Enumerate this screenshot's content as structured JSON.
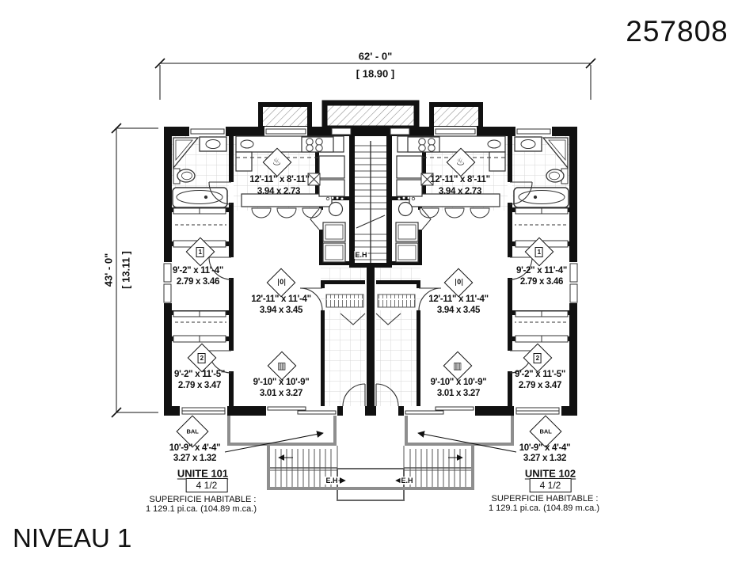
{
  "header": {
    "plan_number": "257808"
  },
  "footer": {
    "level_title": "NIVEAU 1"
  },
  "dimensions": {
    "width_imperial": "62' - 0\"",
    "width_metric": "[ 18.90 ]",
    "height_imperial": "43' - 0\"",
    "height_metric": "[ 13.11 ]"
  },
  "icons": {
    "kitchen": "♨",
    "bed1": "1",
    "bed2": "2",
    "living": "|O|",
    "dining": "▥",
    "balcony": "BAL"
  },
  "stair_label": "E.H",
  "unit_101": {
    "name": "UNITE 101",
    "badge": "4 1/2",
    "area_label": "SUPERFICIE HABITABLE :",
    "area_value": "1 129.1 pi.ca. (104.89 m.ca.)",
    "kitchen": {
      "imperial": "12'-11\" x 8'-11\"",
      "metric": "3.94 x 2.73"
    },
    "bedroom1": {
      "imperial": "9'-2\" x 11'-4\"",
      "metric": "2.79 x 3.46"
    },
    "living": {
      "imperial": "12'-11\" x 11'-4\"",
      "metric": "3.94 x 3.45"
    },
    "bedroom2": {
      "imperial": "9'-2\" x 11'-5\"",
      "metric": "2.79 x 3.47"
    },
    "dining": {
      "imperial": "9'-10\" x 10'-9\"",
      "metric": "3.01 x 3.27"
    },
    "balcony": {
      "imperial": "10'-9\" x 4'-4\"",
      "metric": "3.27 x 1.32"
    }
  },
  "unit_102": {
    "name": "UNITE 102",
    "badge": "4 1/2",
    "area_label": "SUPERFICIE HABITABLE :",
    "area_value": "1 129.1 pi.ca. (104.89 m.ca.)",
    "kitchen": {
      "imperial": "12'-11\" x 8'-11\"",
      "metric": "3.94 x 2.73"
    },
    "bedroom1": {
      "imperial": "9'-2\" x 11'-4\"",
      "metric": "2.79 x 3.46"
    },
    "living": {
      "imperial": "12'-11\" x 11'-4\"",
      "metric": "3.94 x 3.45"
    },
    "bedroom2": {
      "imperial": "9'-2\" x 11'-5\"",
      "metric": "2.79 x 3.47"
    },
    "dining": {
      "imperial": "9'-10\" x 10'-9\"",
      "metric": "3.01 x 3.27"
    },
    "balcony": {
      "imperial": "10'-9\" x 4'-4\"",
      "metric": "3.27 x 1.32"
    }
  }
}
